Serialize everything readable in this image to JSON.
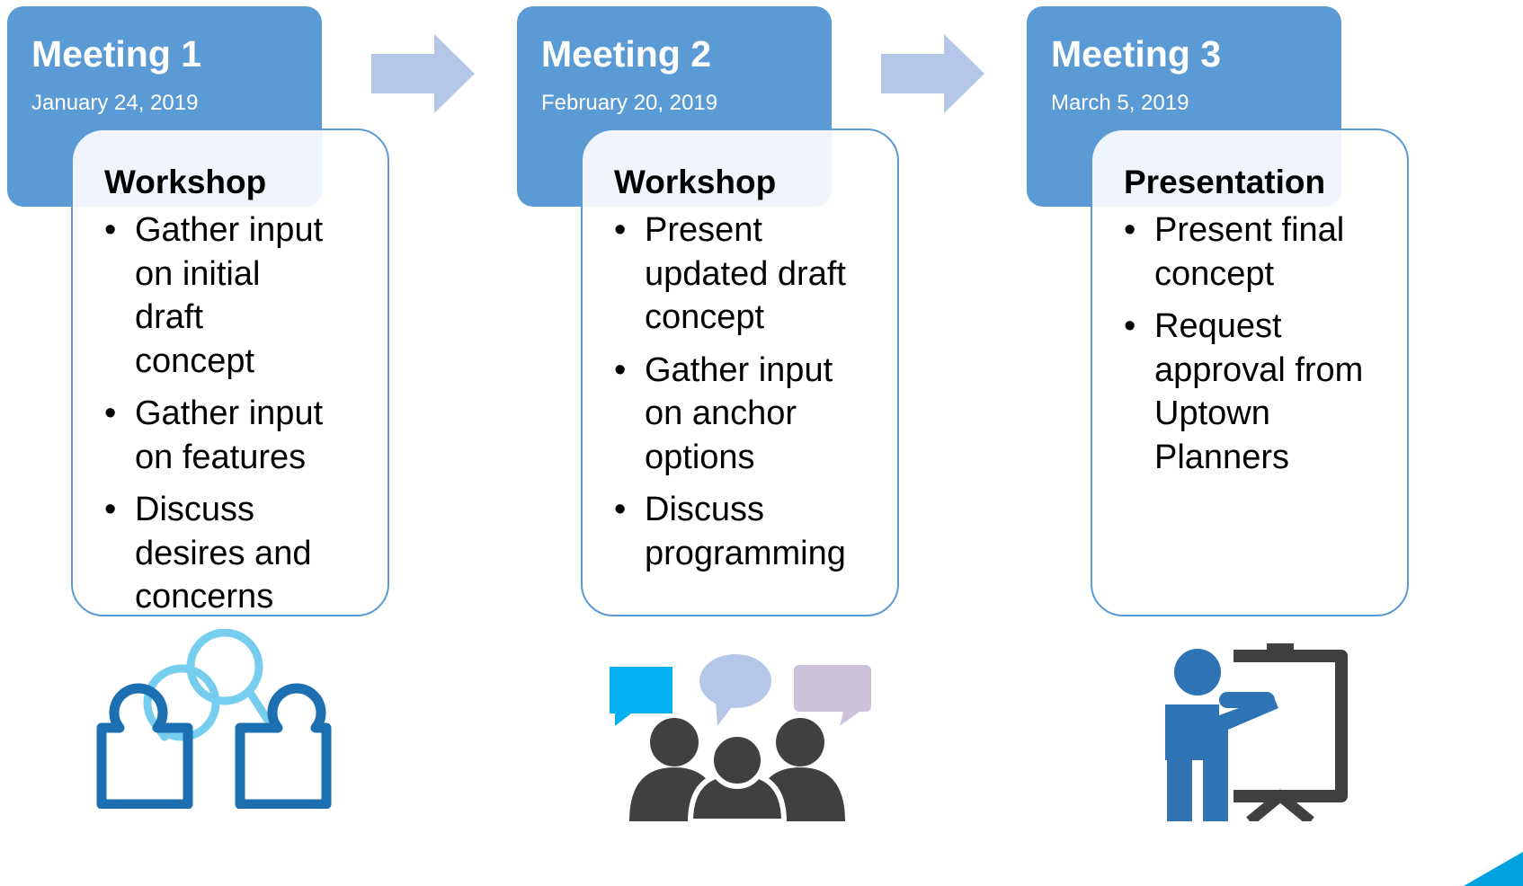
{
  "colors": {
    "header_fill": "#5b9bd5",
    "card_border": "#5b9bd5",
    "arrow_fill": "#b4c7e7",
    "header_text": "#ffffff",
    "body_text": "#000000"
  },
  "meetings": [
    {
      "title": "Meeting 1",
      "date": "January 24, 2019",
      "type": "Workshop",
      "bullets": [
        "Gather input on initial draft concept",
        "Gather input on features",
        "Discuss desires and concerns"
      ],
      "icon": "two-people-conversation-icon"
    },
    {
      "title": "Meeting 2",
      "date": "February 20, 2019",
      "type": "Workshop",
      "bullets": [
        "Present updated draft concept",
        "Gather input on anchor options",
        "Discuss programming"
      ],
      "icon": "group-discussion-icon"
    },
    {
      "title": "Meeting 3",
      "date": "March 5, 2019",
      "type": "Presentation",
      "bullets": [
        "Present final concept",
        "Request approval from Uptown Planners"
      ],
      "icon": "presenter-board-icon"
    }
  ]
}
